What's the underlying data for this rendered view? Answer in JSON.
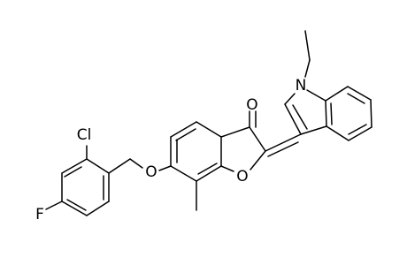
{
  "molecule": {
    "atoms": {
      "carbonyl_oxygen": "O",
      "indole_nitrogen": "N",
      "ether_oxygen": "O",
      "ring_oxygen": "O",
      "chlorine": "Cl",
      "fluorine": "F"
    }
  }
}
